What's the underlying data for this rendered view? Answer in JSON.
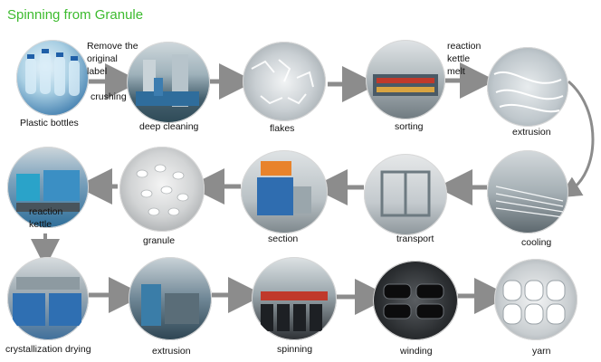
{
  "title": "Spinning from Granule",
  "colors": {
    "title": "#3dbb2f",
    "arrow": "#8c8c8c"
  },
  "steps": [
    {
      "label": "Plastic bottles"
    },
    {
      "label": "deep cleaning"
    },
    {
      "label": "flakes"
    },
    {
      "label": "sorting"
    },
    {
      "label": "extrusion"
    },
    {
      "label": "cooling"
    },
    {
      "label": "transport"
    },
    {
      "label": "section"
    },
    {
      "label": "granule"
    },
    {
      "label": "reaction"
    },
    {
      "label": "kettle"
    },
    {
      "label": "crystallization drying"
    },
    {
      "label": "extrusion"
    },
    {
      "label": "spinning"
    },
    {
      "label": "winding"
    },
    {
      "label": "yarn"
    }
  ],
  "notes": {
    "remove": [
      "Remove the",
      "original",
      "label"
    ],
    "crushing": "crushing",
    "reaction": [
      "reaction",
      "kettle",
      "melt"
    ]
  }
}
